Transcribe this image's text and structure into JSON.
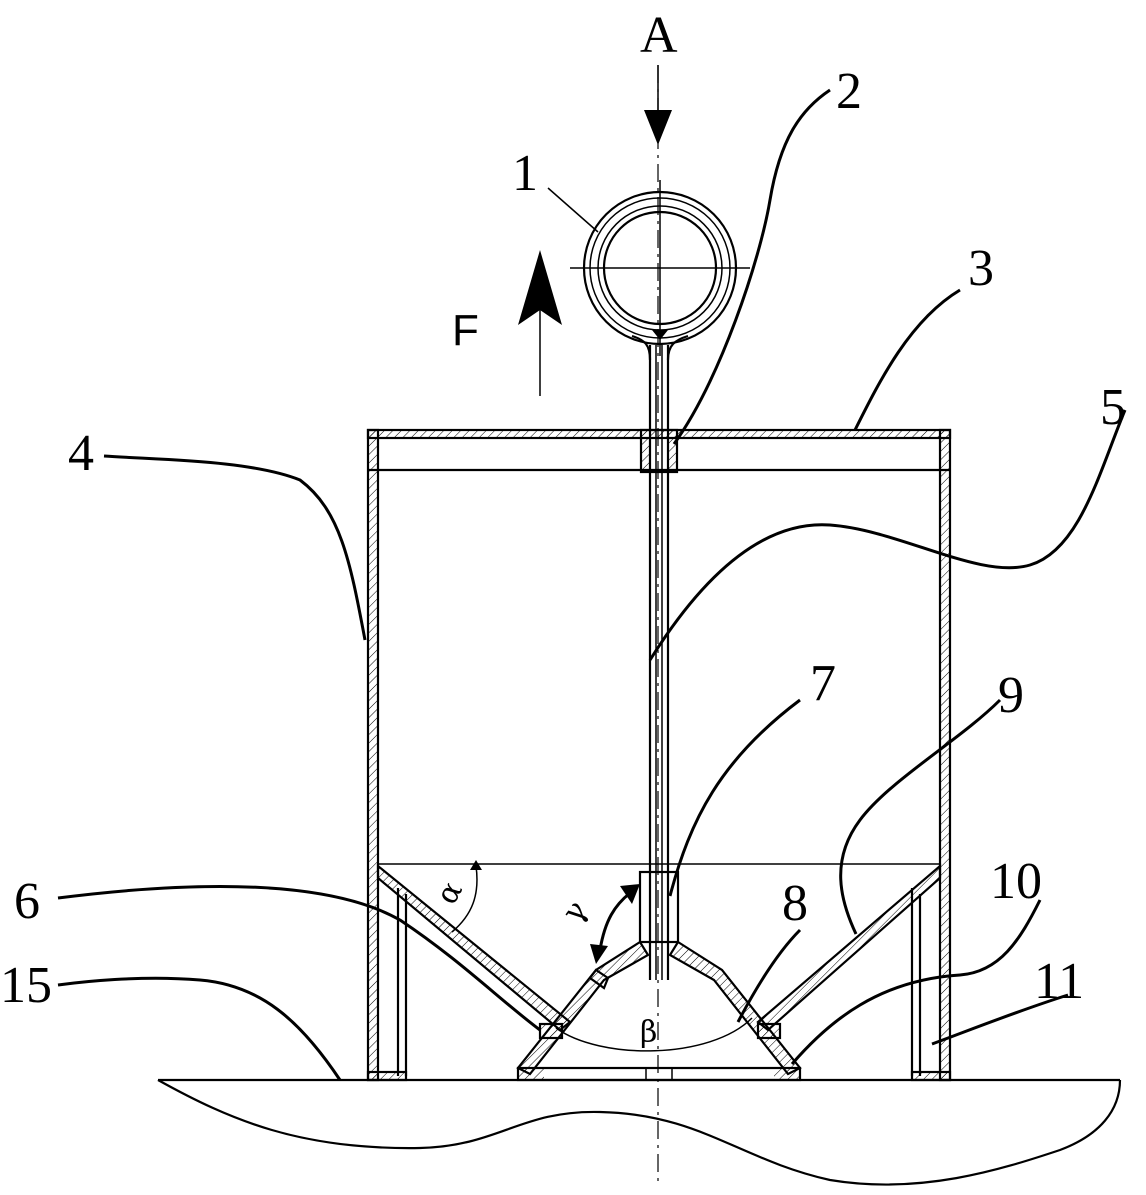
{
  "labels": {
    "view_marker": "A",
    "force": "F",
    "part1": "1",
    "part2": "2",
    "part3": "3",
    "part4": "4",
    "part5": "5",
    "part6": "6",
    "part7": "7",
    "part8": "8",
    "part9": "9",
    "part10": "10",
    "part11": "11",
    "part15": "15"
  },
  "angles": {
    "alpha": "α",
    "beta": "β",
    "gamma": "γ"
  }
}
